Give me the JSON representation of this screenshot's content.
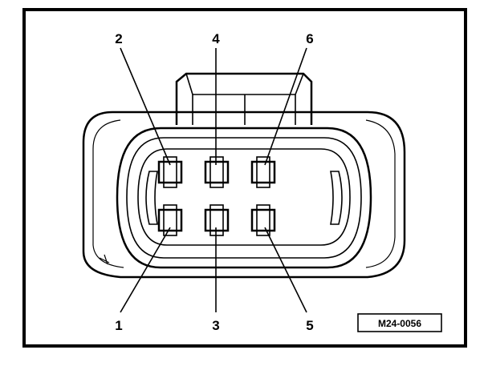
{
  "pins": [
    {
      "id": "pin-1",
      "label": "1"
    },
    {
      "id": "pin-2",
      "label": "2"
    },
    {
      "id": "pin-3",
      "label": "3"
    },
    {
      "id": "pin-4",
      "label": "4"
    },
    {
      "id": "pin-5",
      "label": "5"
    },
    {
      "id": "pin-6",
      "label": "6"
    }
  ],
  "reference_code": "M24-0056",
  "colors": {
    "line": "#000000",
    "background": "#ffffff"
  }
}
